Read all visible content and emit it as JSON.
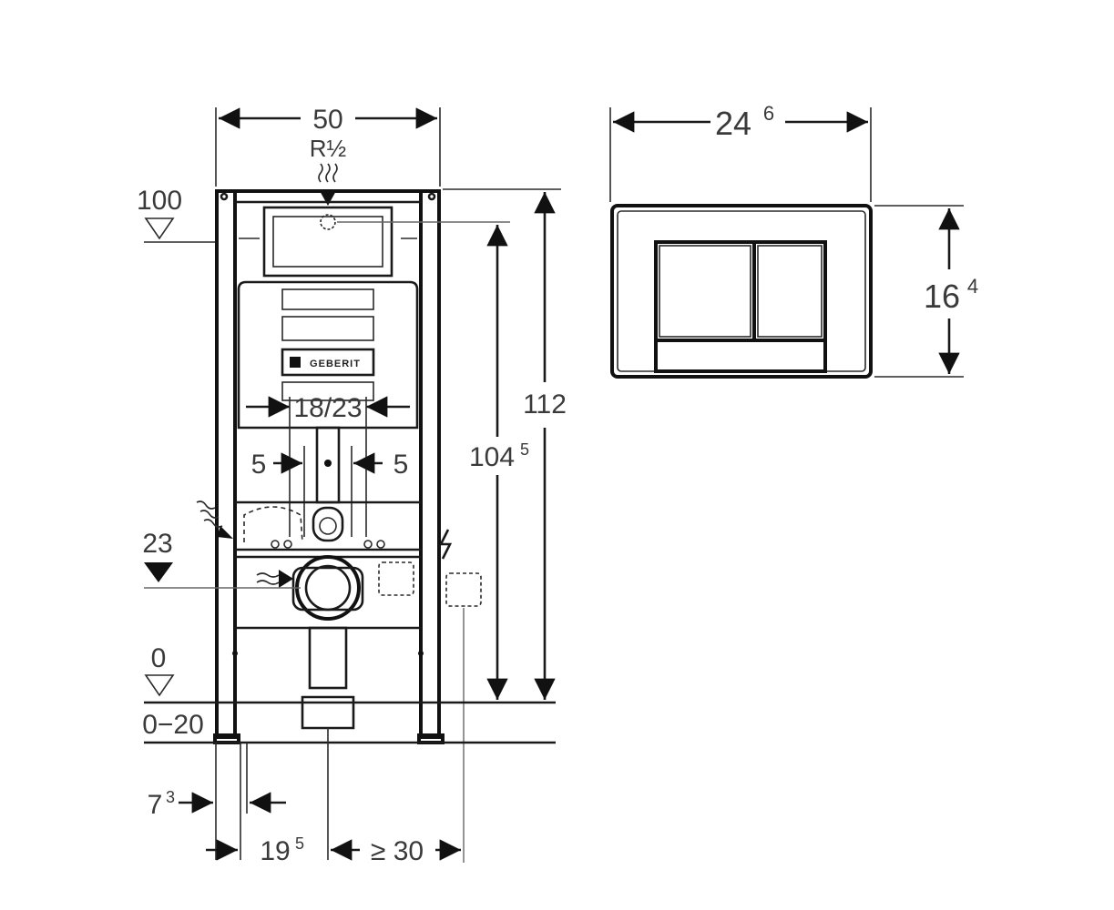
{
  "labels": {
    "width_50": "50",
    "thread": "R½",
    "level_100": "100",
    "level_23": "23",
    "level_0": "0",
    "range_0_20": "0−20",
    "dim_18_23": "18/23",
    "dim_5_left": "5",
    "dim_5_right": "5",
    "dim_112": "112",
    "dim_104_base": "104",
    "dim_104_sup": "5",
    "dim_7_base": "7",
    "dim_7_sup": "3",
    "dim_19_base": "19",
    "dim_19_sup": "5",
    "dim_30": "≥ 30",
    "plate_width_base": "24",
    "plate_width_sup": "6",
    "plate_height_base": "16",
    "plate_height_sup": "4",
    "brand": "GEBERIT"
  }
}
